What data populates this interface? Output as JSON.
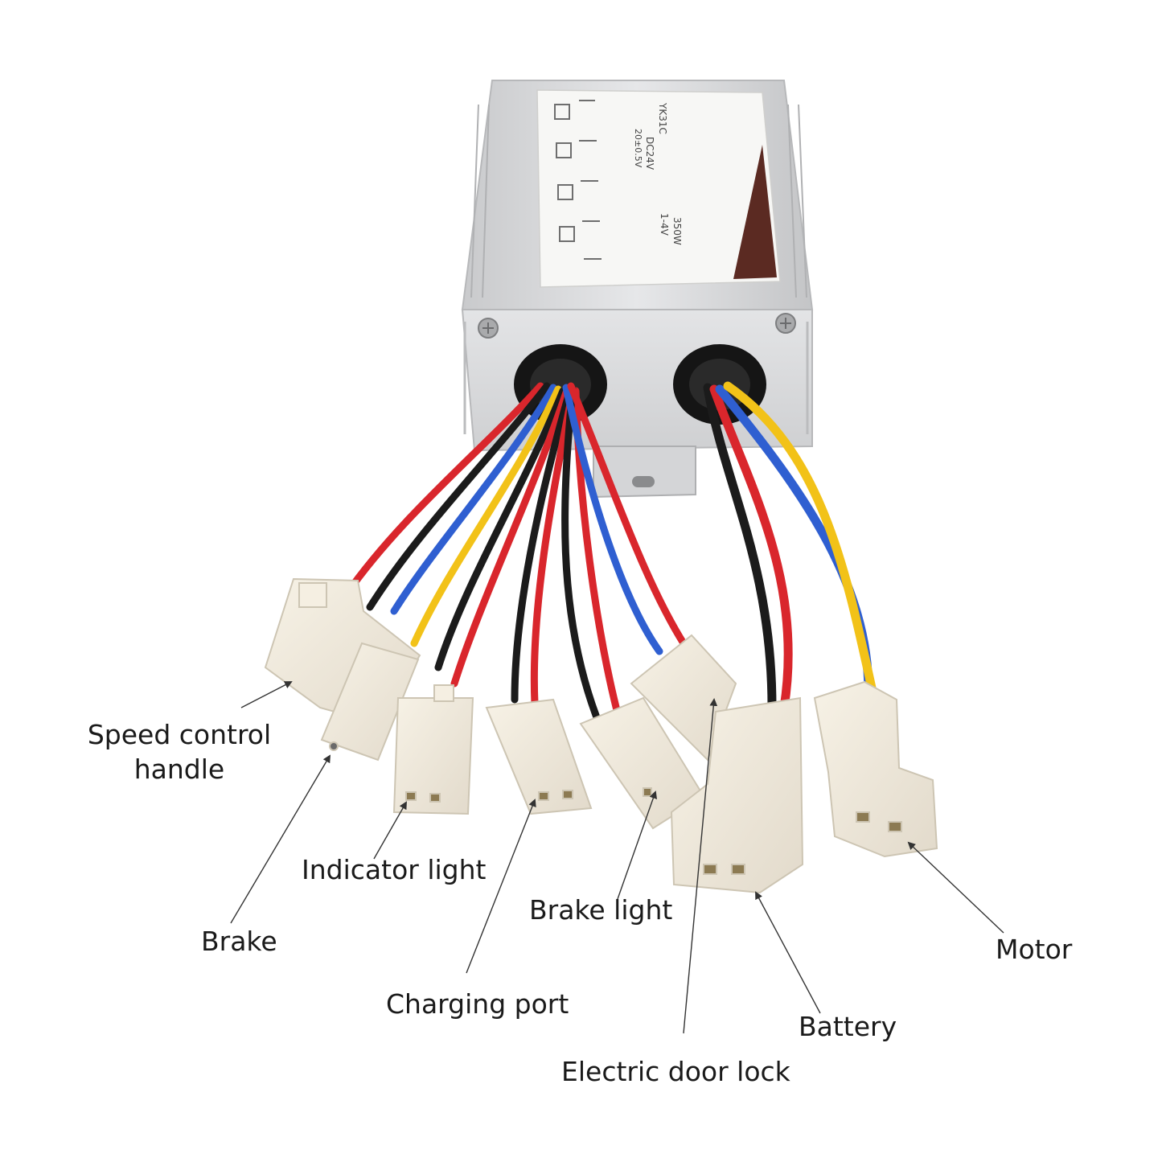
{
  "labels": {
    "speed_control_line1": "Speed control",
    "speed_control_line2": "handle",
    "brake": "Brake",
    "indicator_light": "Indicator light",
    "charging_port": "Charging port",
    "brake_light": "Brake light",
    "electric_door_lock": "Electric door lock",
    "battery": "Battery",
    "motor": "Motor"
  },
  "product_label_text": {
    "model": "YK31C",
    "voltage": "DC24V",
    "power": "350W",
    "undervoltage": "20±0.5V",
    "throttle": "1-4V"
  },
  "colors": {
    "wire_red": "#d9262c",
    "wire_black": "#1b1b1b",
    "wire_blue": "#2f5fd1",
    "wire_yellow": "#f2c218",
    "connector": "#f1ebdd",
    "housing": "#d9dadc",
    "grommet": "#151515",
    "label_accent": "#5b2a22"
  }
}
